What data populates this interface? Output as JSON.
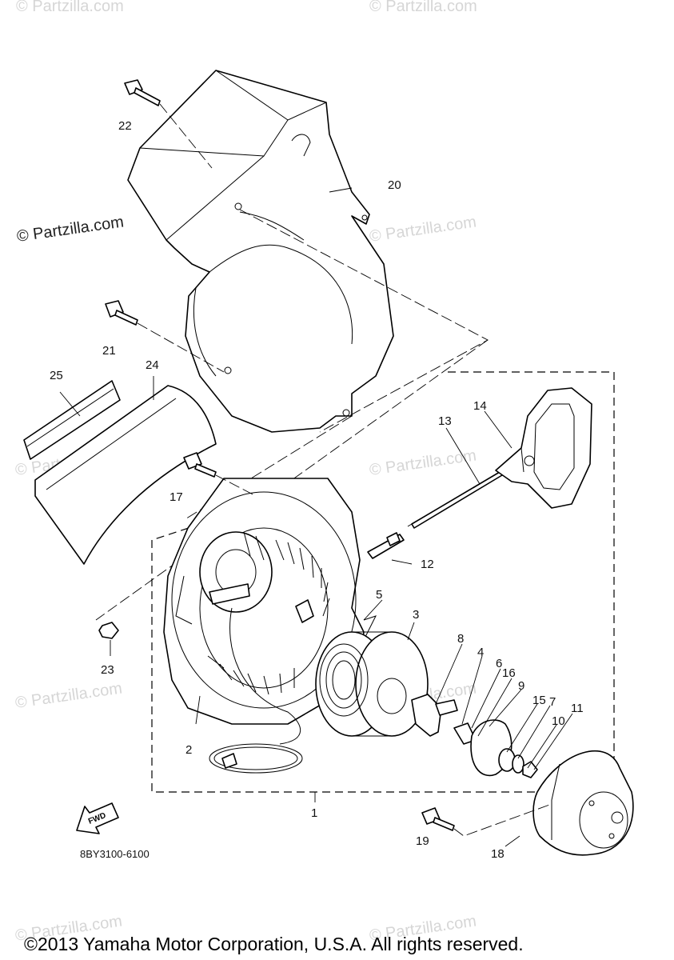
{
  "watermarks": [
    "© Partzilla.com",
    "© Partzilla.com",
    "© Partzilla.com",
    "© Partzilla.com",
    "© Partzilla.com",
    "© Partzilla.com",
    "© Partzilla.com",
    "© Partzilla.com",
    "© Partzilla.com",
    "© Partzilla.com"
  ],
  "callouts": {
    "p1": "1",
    "p2": "2",
    "p3": "3",
    "p4": "4",
    "p5": "5",
    "p6": "6",
    "p7": "7",
    "p8": "8",
    "p9": "9",
    "p10": "10",
    "p11": "11",
    "p12": "12",
    "p13": "13",
    "p14": "14",
    "p15": "15",
    "p16": "16",
    "p17": "17",
    "p18": "18",
    "p19": "19",
    "p20": "20",
    "p21": "21",
    "p22": "22",
    "p23": "23",
    "p24": "24",
    "p25": "25"
  },
  "fwd_label": "FWD",
  "diagram_code": "8BY3100-6100",
  "copyright": "©2013 Yamaha Motor Corporation, U.S.A. All rights reserved."
}
